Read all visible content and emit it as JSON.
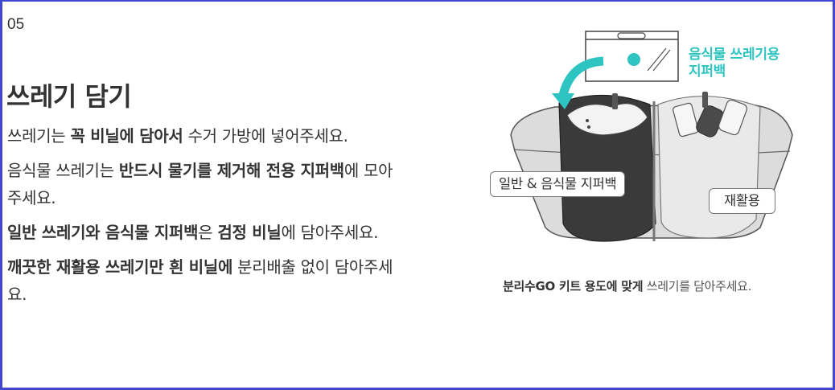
{
  "section": {
    "step_number": "05",
    "title": "쓰레기 담기"
  },
  "paragraphs": [
    {
      "segments": [
        {
          "text": "쓰레기는 ",
          "bold": false
        },
        {
          "text": "꼭 비닐에 담아서",
          "bold": true
        },
        {
          "text": " 수거 가방에 넣어주세요.",
          "bold": false
        }
      ]
    },
    {
      "segments": [
        {
          "text": "음식물 쓰레기는 ",
          "bold": false
        },
        {
          "text": "반드시 물기를 제거해 전용 지퍼백",
          "bold": true
        },
        {
          "text": "에 모아주세요.",
          "bold": false
        }
      ]
    },
    {
      "segments": [
        {
          "text": "일반 쓰레기와 음식물 지퍼백",
          "bold": true
        },
        {
          "text": "은 ",
          "bold": false
        },
        {
          "text": "검정 비닐",
          "bold": true
        },
        {
          "text": "에 담아주세요.",
          "bold": false
        }
      ]
    },
    {
      "segments": [
        {
          "text": "깨끗한 재활용 쓰레기만 흰 비닐에",
          "bold": true
        },
        {
          "text": " 분리배출 없이 담아주세요.",
          "bold": false
        }
      ]
    }
  ],
  "illustration": {
    "zipper_bag_label_line1": "음식물 쓰레기용",
    "zipper_bag_label_line2": "지퍼백",
    "tag_general": "일반 & 음식물 지퍼백",
    "tag_recycle": "재활용"
  },
  "caption": {
    "bold": "분리수GO 키트 용도에 맞게",
    "regular": " 쓰레기를 담아주세요."
  },
  "colors": {
    "frame_border": "#4147d0",
    "accent_teal": "#2ec4c2",
    "text": "#333333"
  }
}
